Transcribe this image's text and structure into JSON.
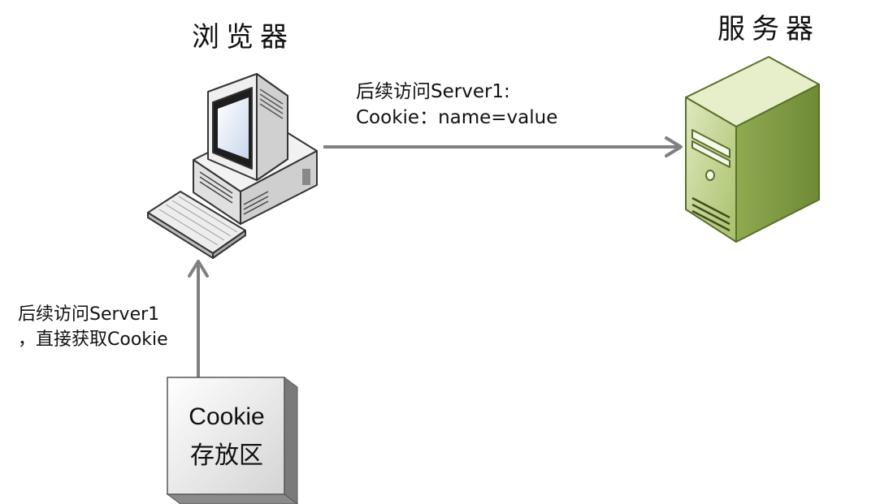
{
  "diagram": {
    "browser_title": "浏览器",
    "server_title": "服务器",
    "request_label": {
      "line1": "后续访问Server1:",
      "line2": "Cookie：name=value"
    },
    "storage_label": {
      "line1": "后续访问Server1",
      "line2": "，直接获取Cookie"
    },
    "cookie_box": {
      "line1": "Cookie",
      "line2": "存放区"
    },
    "icons": [
      "computer-icon",
      "server-icon"
    ],
    "colors": {
      "arrow": "#808080",
      "server_body": "#b5cc7e",
      "box_face": "#ececec"
    }
  }
}
